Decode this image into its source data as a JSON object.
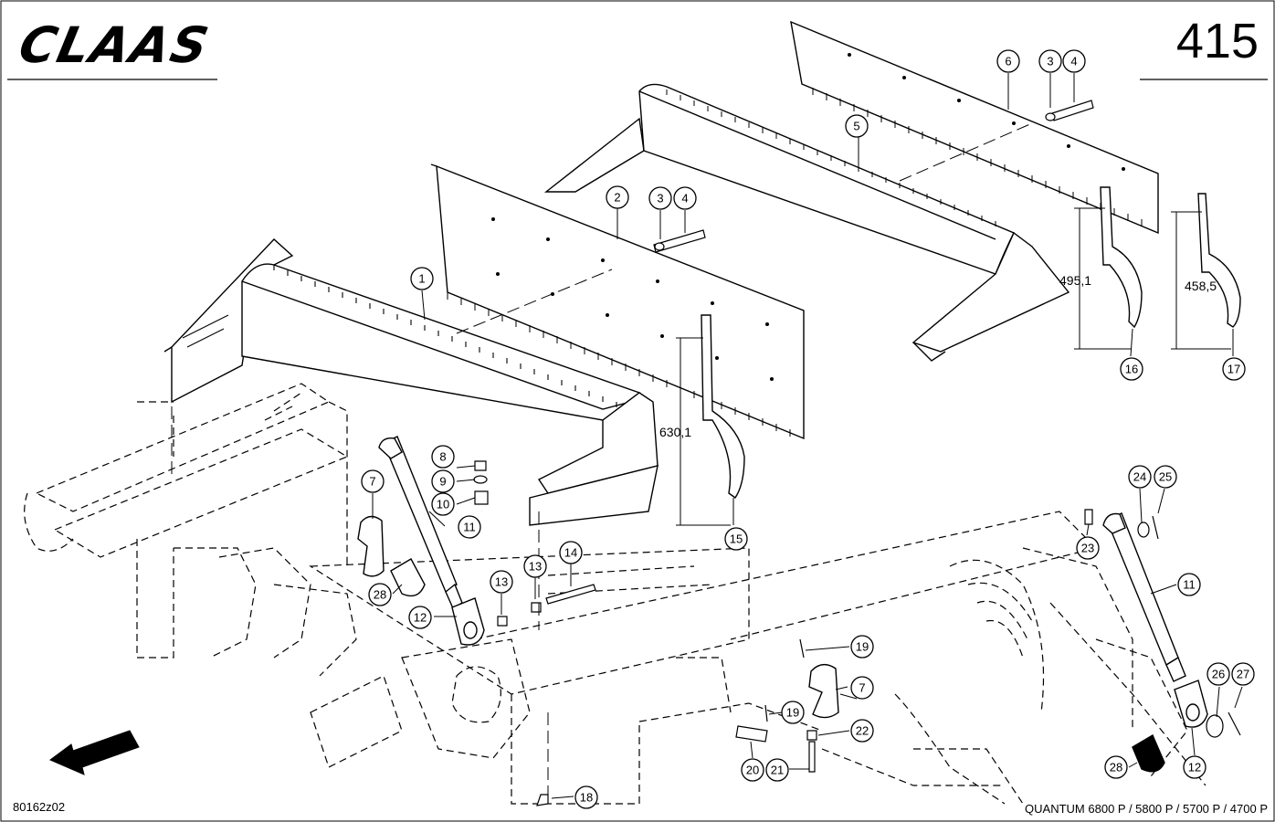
{
  "header": {
    "brand": "CLAAS",
    "page_number": "415"
  },
  "footer": {
    "diagram_code": "80162z02",
    "models": "QUANTUM 6800 P / 5800 P / 5700 P / 4700 P"
  },
  "dimensions": {
    "d1": "630,1",
    "d2": "495,1",
    "d3": "458,5"
  },
  "callouts": [
    {
      "id": "c1",
      "label": "1"
    },
    {
      "id": "c2",
      "label": "2"
    },
    {
      "id": "c3a",
      "label": "3"
    },
    {
      "id": "c4a",
      "label": "4"
    },
    {
      "id": "c3b",
      "label": "3"
    },
    {
      "id": "c4b",
      "label": "4"
    },
    {
      "id": "c5",
      "label": "5"
    },
    {
      "id": "c6",
      "label": "6"
    },
    {
      "id": "c7a",
      "label": "7"
    },
    {
      "id": "c7b",
      "label": "7"
    },
    {
      "id": "c8",
      "label": "8"
    },
    {
      "id": "c9",
      "label": "9"
    },
    {
      "id": "c10",
      "label": "10"
    },
    {
      "id": "c11a",
      "label": "11"
    },
    {
      "id": "c11b",
      "label": "11"
    },
    {
      "id": "c12a",
      "label": "12"
    },
    {
      "id": "c12b",
      "label": "12"
    },
    {
      "id": "c13a",
      "label": "13"
    },
    {
      "id": "c13b",
      "label": "13"
    },
    {
      "id": "c14",
      "label": "14"
    },
    {
      "id": "c15",
      "label": "15"
    },
    {
      "id": "c16",
      "label": "16"
    },
    {
      "id": "c17",
      "label": "17"
    },
    {
      "id": "c18",
      "label": "18"
    },
    {
      "id": "c19a",
      "label": "19"
    },
    {
      "id": "c19b",
      "label": "19"
    },
    {
      "id": "c20",
      "label": "20"
    },
    {
      "id": "c21",
      "label": "21"
    },
    {
      "id": "c22",
      "label": "22"
    },
    {
      "id": "c23",
      "label": "23"
    },
    {
      "id": "c24",
      "label": "24"
    },
    {
      "id": "c25",
      "label": "25"
    },
    {
      "id": "c26",
      "label": "26"
    },
    {
      "id": "c27",
      "label": "27"
    },
    {
      "id": "c28a",
      "label": "28"
    },
    {
      "id": "c28b",
      "label": "28"
    }
  ]
}
